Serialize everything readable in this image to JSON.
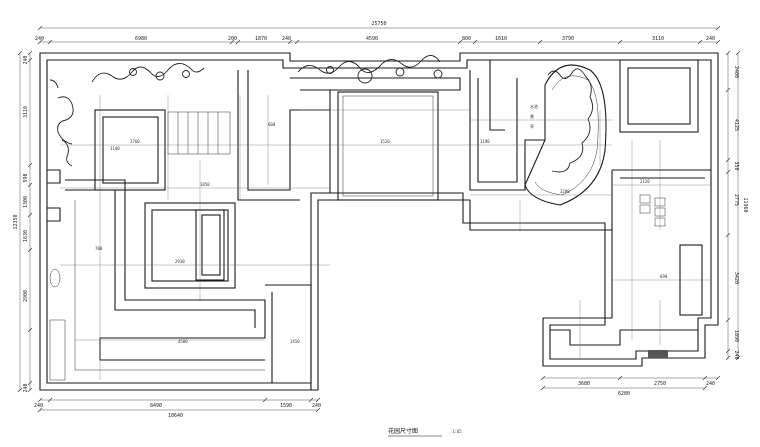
{
  "drawing": {
    "title": "花园尺寸图",
    "scale": "1:65",
    "colors": {
      "line": "#1a1a1a",
      "background": "#ffffff",
      "hatch": "#555555"
    }
  },
  "dimensions": {
    "top_total": "25750",
    "top_segments": [
      "240",
      "6980",
      "200",
      "1870",
      "240",
      "4590",
      "800",
      "1610",
      "3790",
      "3110",
      "240"
    ],
    "bottom_left": [
      "240",
      "8490",
      "1590",
      "240"
    ],
    "bottom_left_total": "10640",
    "bottom_right": [
      "3680",
      "2750",
      "240"
    ],
    "bottom_right_total": "6280",
    "left_side": [
      "240",
      "3110",
      "590",
      "1300",
      "1630",
      "2900",
      "240"
    ],
    "left_total": "12350",
    "right_side": [
      "2400",
      "4125",
      "350",
      "2775",
      "3420",
      "1890",
      "240"
    ],
    "right_total": "11960",
    "interior_labels": [
      "2760",
      "1050",
      "3520",
      "600",
      "700",
      "2930",
      "1140",
      "4580",
      "1450",
      "3280",
      "2120",
      "690",
      "1190"
    ],
    "room_text": "水池景亭"
  }
}
